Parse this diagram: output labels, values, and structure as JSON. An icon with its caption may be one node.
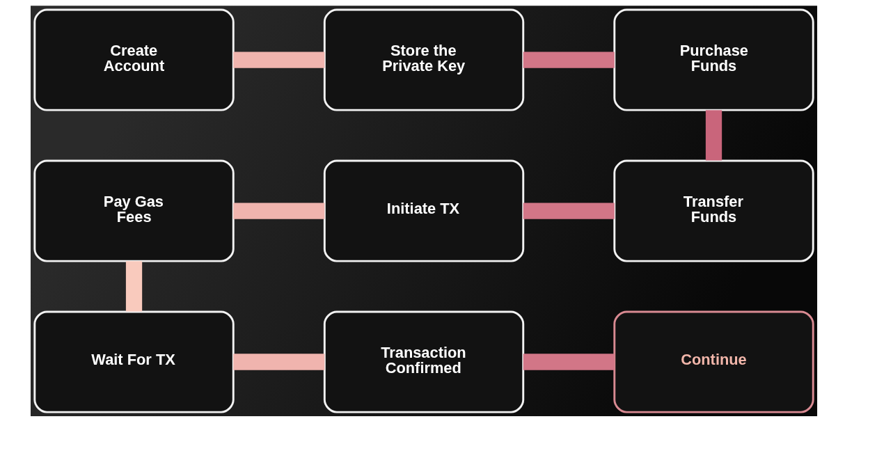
{
  "diagram": {
    "nodes": [
      {
        "text": [
          "Create Account"
        ]
      },
      {
        "text": [
          "Store the Private Key"
        ]
      },
      {
        "text": [
          "Purchase Funds"
        ]
      },
      {
        "text": [
          "Pay Gas Fees"
        ]
      },
      {
        "text": [
          "Initiate TX"
        ]
      },
      {
        "text": [
          "Transfer Funds"
        ]
      },
      {
        "text": [
          "Wait For TX"
        ]
      },
      {
        "text": [
          "Transaction Confirmed"
        ]
      },
      {
        "text": [
          "Continue"
        ]
      }
    ],
    "edges": [
      {
        "from": 0,
        "to": 1,
        "arrow": "none",
        "color": "#f0b4ae"
      },
      {
        "from": 1,
        "to": 2,
        "arrow": "none",
        "color": "#d27687"
      },
      {
        "from": 2,
        "to": 5,
        "arrow": "none",
        "color": "#c9657b"
      },
      {
        "from": 3,
        "to": 4,
        "arrow": "none",
        "color": "#f0b4ae"
      },
      {
        "from": 4,
        "to": 5,
        "arrow": "none",
        "color": "#d27687"
      },
      {
        "from": 3,
        "to": 6,
        "arrow": "none",
        "color": "#f9cabd"
      },
      {
        "from": 6,
        "to": 7,
        "arrow": "none",
        "color": "#f0b4ae"
      },
      {
        "from": 7,
        "to": 8,
        "arrow": "none",
        "color": "#d27687"
      }
    ]
  }
}
